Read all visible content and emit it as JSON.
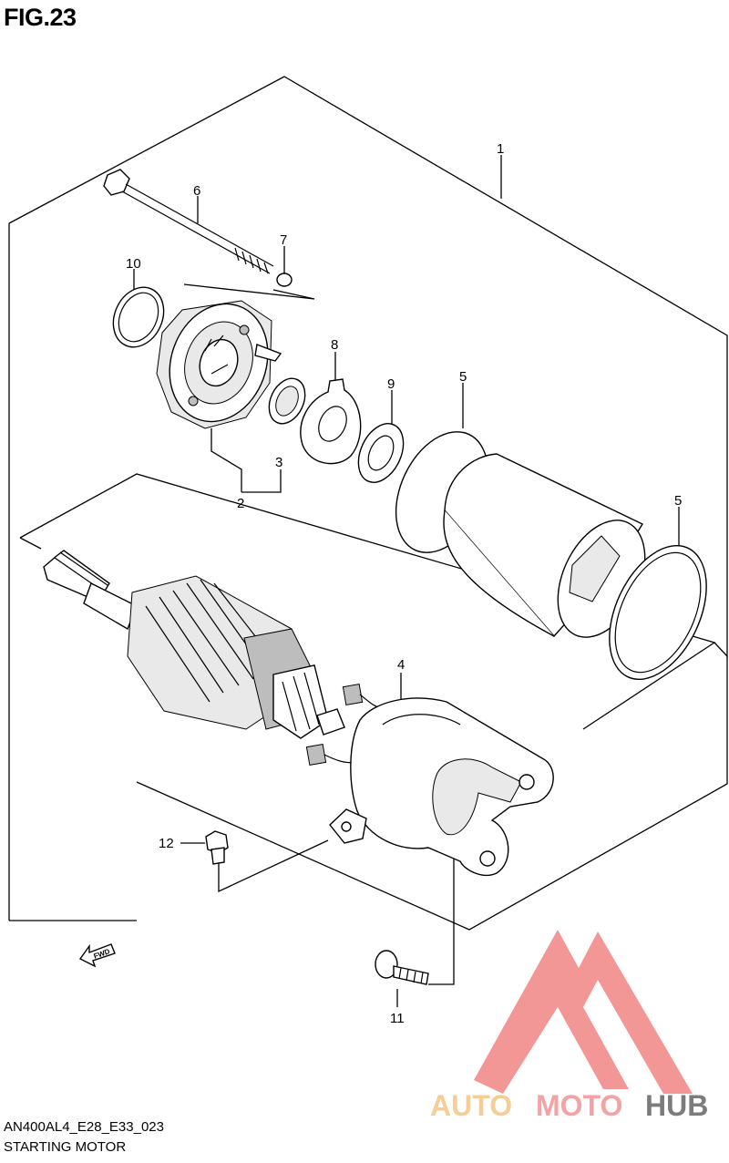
{
  "figure_label": "FIG.23",
  "diagram_code": "AN400AL4_E28_E33_023",
  "caption": "STARTING MOTOR",
  "fwd_label": "FWD",
  "watermark": {
    "word_part1": "AUTO",
    "word_part2": "MOTO",
    "word_part3": "HUB",
    "colors": {
      "auto": "#f5c98a",
      "moto": "#f29a9a",
      "hub": "#6e6e6e",
      "triangle": "#f28b8b"
    }
  },
  "callouts": {
    "c1": "1",
    "c2": "2",
    "c3": "3",
    "c4": "4",
    "c5a": "5",
    "c5b": "5",
    "c6": "6",
    "c7": "7",
    "c8": "8",
    "c9": "9",
    "c10": "10",
    "c11": "11",
    "c12": "12"
  }
}
